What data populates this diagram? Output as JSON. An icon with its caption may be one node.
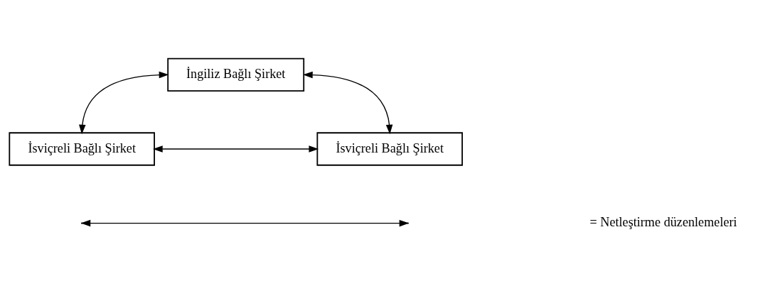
{
  "diagram": {
    "nodes": [
      {
        "text": [
          "İngiliz Bağlı Şirket"
        ]
      },
      {
        "text": [
          "İsviçreli Bağlı Şirket"
        ]
      },
      {
        "text": [
          "İsviçreli Bağlı Şirket"
        ]
      }
    ],
    "edges": [
      {
        "from": 0,
        "to": 1,
        "arrow": "both"
      },
      {
        "from": 0,
        "to": 2,
        "arrow": "both"
      },
      {
        "from": 1,
        "to": 2,
        "arrow": "both"
      }
    ],
    "legend": [
      {
        "text": "= Netleştirme düzenlemeleri"
      }
    ]
  }
}
